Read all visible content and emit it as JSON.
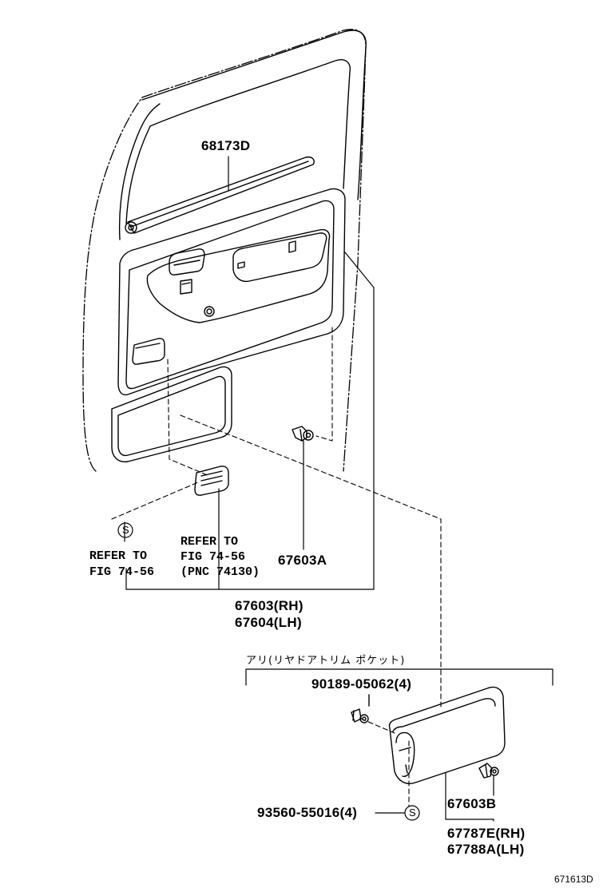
{
  "parts": {
    "weatherstrip": "68173D",
    "clip_upper": "67603A",
    "trim_rh": "67603(RH)",
    "trim_lh": "67604(LH)",
    "pocket_label": "アリ(リヤドアトリム ポケット)",
    "screw": "90189-05062(4)",
    "clip_pocket": "67603B",
    "nut": "93560-55016(4)",
    "pocket_rh": "67787E(RH)",
    "pocket_lh": "67788A(LH)"
  },
  "refs": {
    "left_line1": "REFER TO",
    "left_line2": "FIG  74-56",
    "right_line1": "REFER TO",
    "right_line2": "FIG  74-56",
    "right_line3": "(PNC 74130)"
  },
  "symbols": {
    "s_upper": "S",
    "s_lower": "S"
  },
  "diagram_id": "671613D"
}
